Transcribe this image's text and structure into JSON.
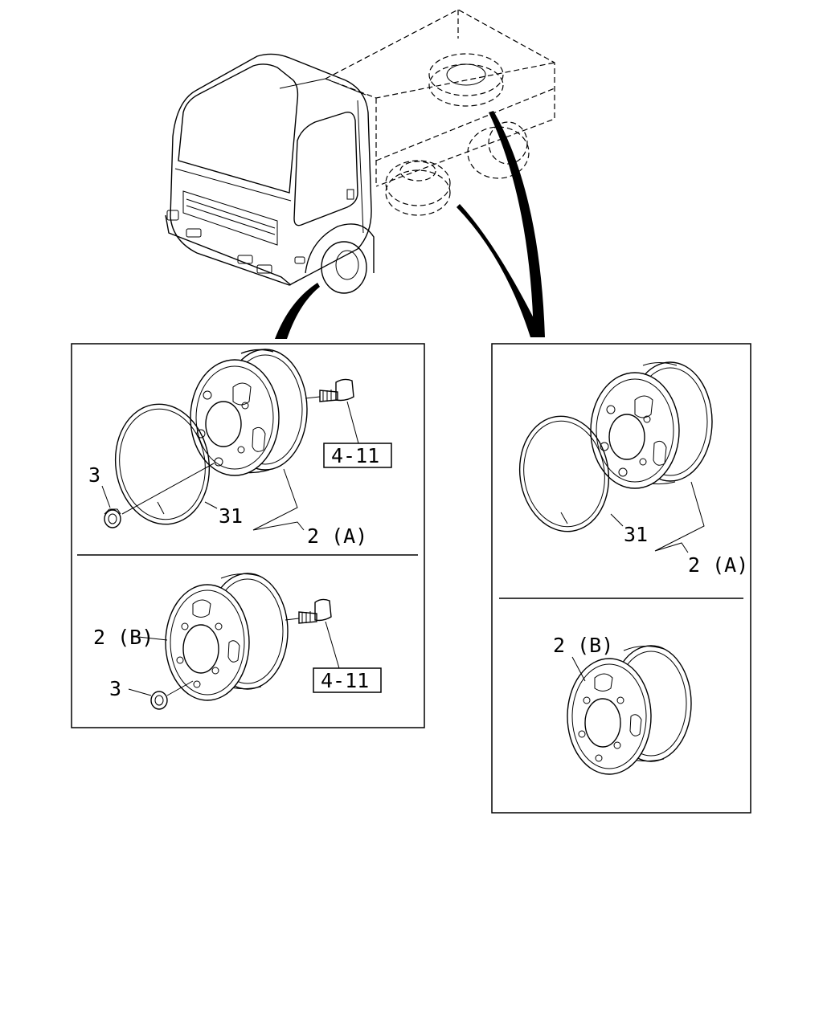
{
  "panels": {
    "left": {
      "upper": {
        "nut_label": "3",
        "ring_label": "31",
        "wheel_label": "2 (A)",
        "ref_box": "4-11"
      },
      "lower": {
        "wheel_label": "2 (B)",
        "nut_label": "3",
        "ref_box": "4-11"
      }
    },
    "right": {
      "upper": {
        "ring_label": "31",
        "wheel_label": "2 (A)"
      },
      "lower": {
        "wheel_label": "2 (B)"
      }
    }
  }
}
